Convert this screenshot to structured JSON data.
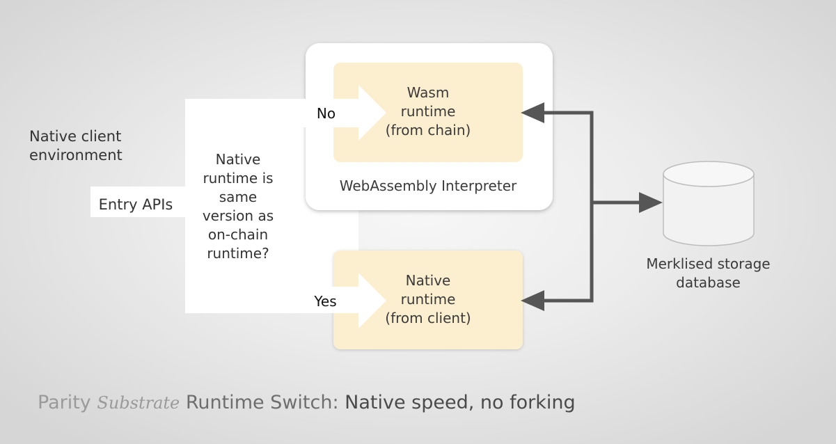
{
  "environment_label": [
    "Native client",
    "environment"
  ],
  "entry_label": "Entry APIs",
  "question_lines": [
    "Native",
    "runtime is",
    "same",
    "version as",
    "on-chain",
    "runtime?"
  ],
  "branch_no": "No",
  "branch_yes": "Yes",
  "wasm_runtime_lines": [
    "Wasm",
    "runtime",
    "(from chain)"
  ],
  "native_runtime_lines": [
    "Native",
    "runtime",
    "(from client)"
  ],
  "interpreter_label": "WebAssembly Interpreter",
  "storage_lines": [
    "Merklised storage",
    "database"
  ],
  "caption": {
    "brand": "Parity",
    "product": "Substrate",
    "subject": "Runtime Switch:",
    "tagline": "Native speed, no forking"
  },
  "colors": {
    "runtime_fill": "#fcefcf",
    "arrow_stroke": "#565656",
    "white_shapes": "#ffffff",
    "cylinder_fill": "#f2f2f2",
    "cylinder_stroke": "#bdbdbd"
  }
}
